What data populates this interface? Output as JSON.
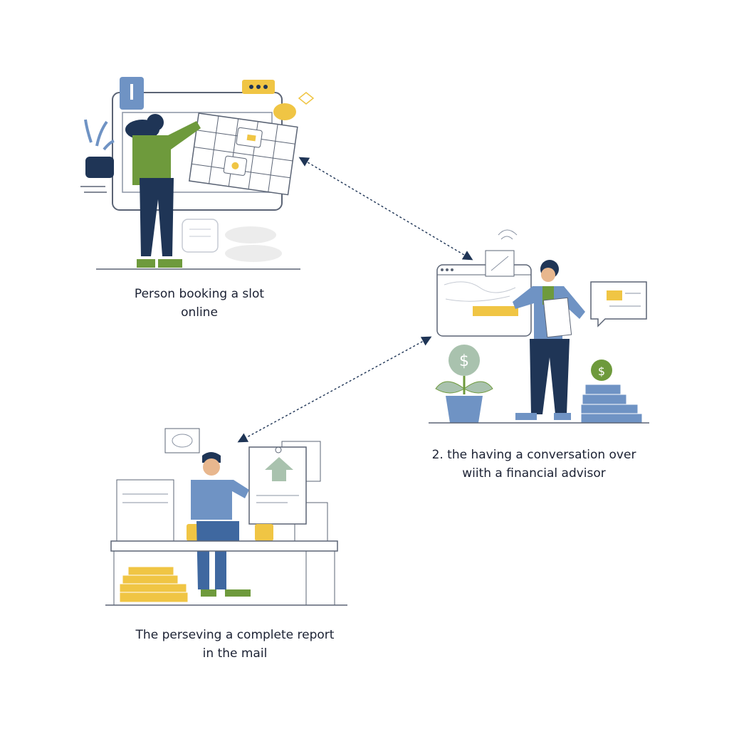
{
  "steps": [
    {
      "caption_line1": "Person booking a slot",
      "caption_line2": "online"
    },
    {
      "caption_line1": "2. the having a conversation over",
      "caption_line2": "wiith a financial advisor"
    },
    {
      "caption_line1": "The perseving a complete report",
      "caption_line2": "in the mail"
    }
  ],
  "icons": {
    "coin_symbol": "$"
  },
  "colors": {
    "navy": "#1f3556",
    "green": "#6e9a3c",
    "blue": "#6f93c4",
    "yellow": "#f0c544",
    "line": "#5b6475",
    "sage": "#a9c2ae"
  }
}
